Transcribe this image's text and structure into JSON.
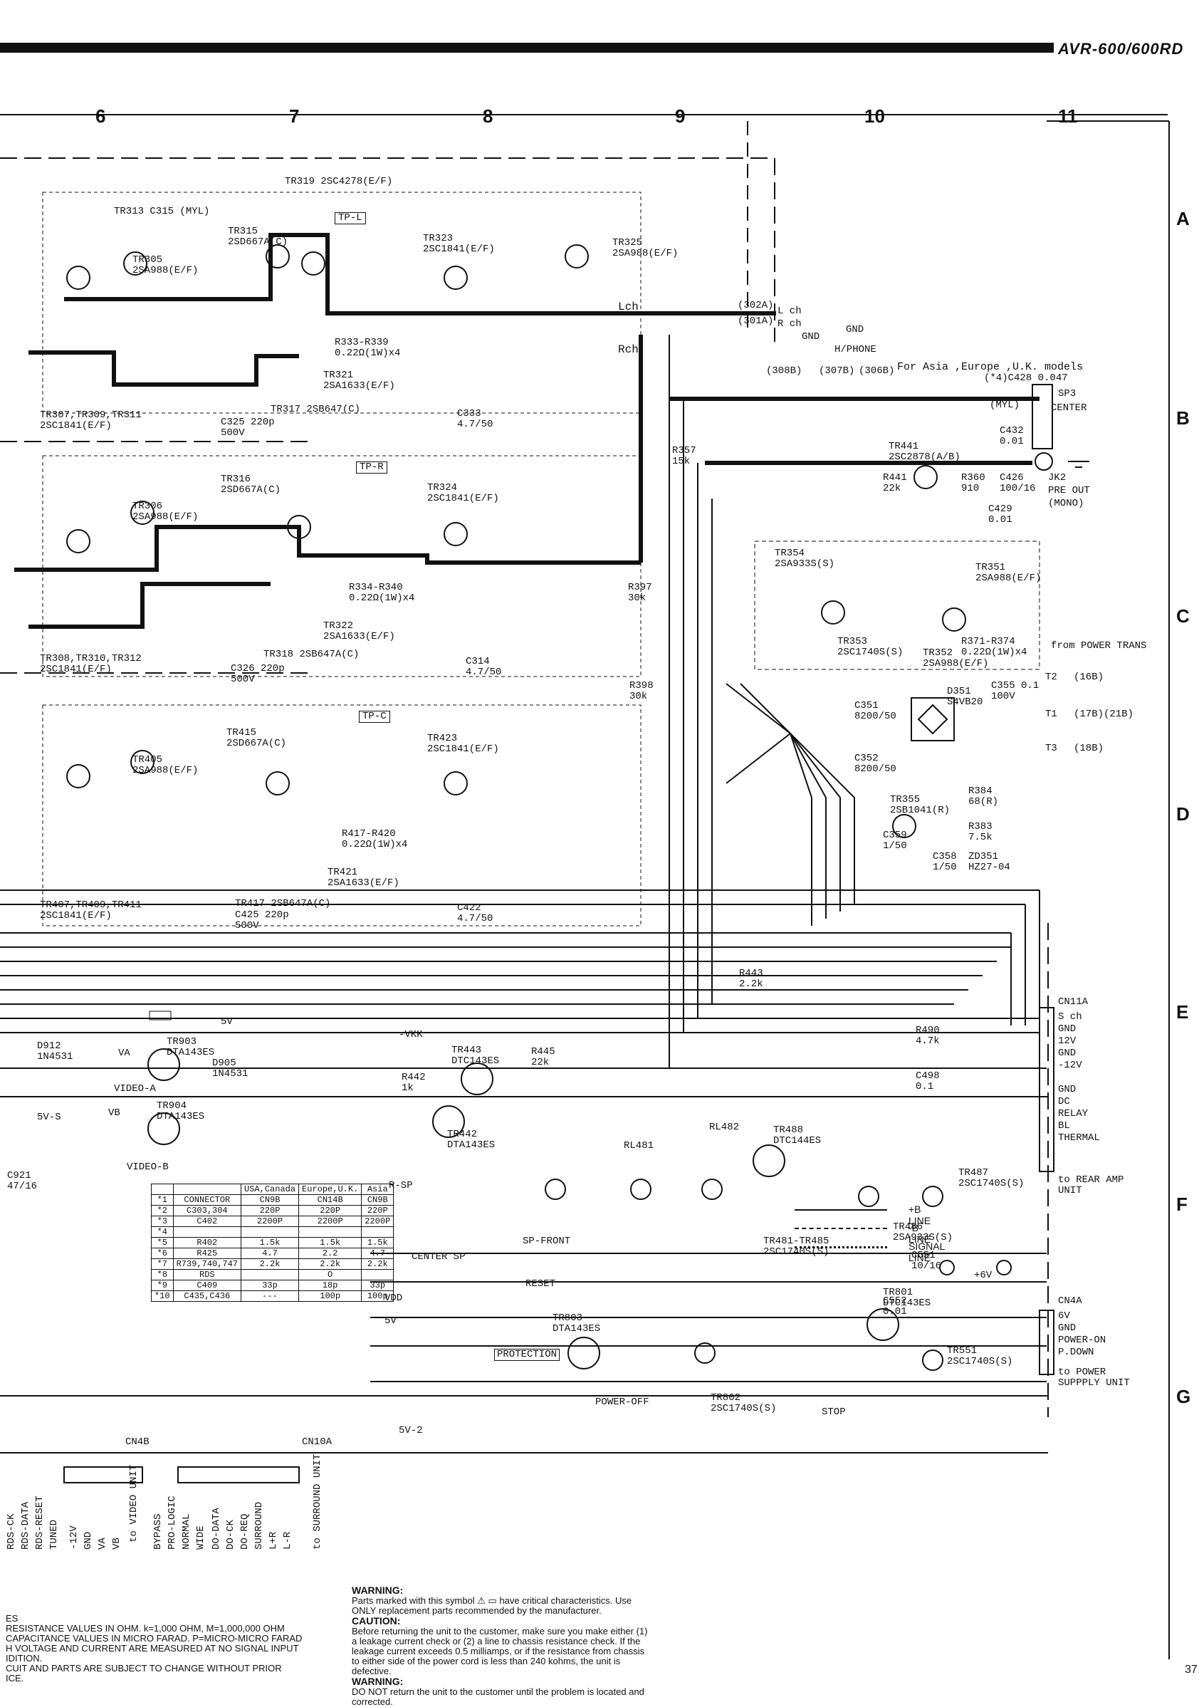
{
  "header": {
    "model": "AVR-600/600RD"
  },
  "columns": [
    "6",
    "7",
    "8",
    "9",
    "10",
    "11"
  ],
  "rows": [
    "A",
    "B",
    "C",
    "D",
    "E",
    "F",
    "G"
  ],
  "tr_labels": [
    "TR319 2SC4278(E/F)",
    "TR315 2SD667A(C)",
    "TR313 C315 (MYL)",
    "TR305 2SA988(E/F)",
    "TR323 2SC1841(E/F)",
    "TR325 2SA988(E/F)",
    "TR321 2SA1633(E/F)",
    "TR317 2SB647(C)",
    "TR307,TR309,TR311 2SC1841(E/F)",
    "TR316 2SD667A(C)",
    "TR306 2SA988(E/F)",
    "TR324 2SC1841(E/F)",
    "TR322 2SA1633(E/F)",
    "TR318 2SB647A(C)",
    "TR308,TR310,TR312 2SC1841(E/F)",
    "TR415 2SD667A(C)",
    "TR405 2SA988(E/F)",
    "TR423 2SC1841(E/F)",
    "TR421 2SA1633(E/F)",
    "TR417 2SB647A(C)",
    "TR407,TR409,TR411 2SC1841(E/F)",
    "TR441 2SC2878(A/B)",
    "TR354 2SA933S(S)",
    "TR351 2SA988(E/F)",
    "TR353 2SC1740S(S)",
    "TR352 2SA988(E/F)",
    "TR355 2SB1041(R)",
    "TR903 DTA143ES",
    "TR904 DTA143ES",
    "TR443 DTC143ES",
    "TR442 DTA143ES",
    "TR488 DTC144ES",
    "TR481-TR485 2SC1740S(S)",
    "TR486 2SA933S(S)",
    "TR487 2SC1740S(S)",
    "TR801 DTC143ES",
    "TR802 2SC1740S(S)",
    "TR803 DTA143ES",
    "TR551 2SC1740S(S)"
  ],
  "labels": {
    "tp_l": "TP-L",
    "tp_r": "TP-R",
    "tp_c": "TP-C",
    "lch": "Lch",
    "rch": "Rch",
    "l_ch": "L ch",
    "r_ch": "R ch",
    "gnd1": "GND",
    "gnd2": "GND",
    "h_phone": "H/PHONE",
    "j302a": "(302A)",
    "j301a": "(301A)",
    "j308b": "(308B)",
    "j307b": "(307B)",
    "j306b": "(306B)",
    "models": "For Asia ,Europe ,U.K. models",
    "c428": "(*4)C428 0.047",
    "sp3": "SP3",
    "center": "CENTER",
    "jk2": "JK2",
    "pre_out": "PRE OUT",
    "mono": "(MONO)",
    "from_power_trans": "from POWER TRANS",
    "t2": "T2",
    "t1": "T1",
    "t3": "T3",
    "t2ref": "(16B)",
    "t1ref": "(17B)(21B)",
    "t3ref": "(18B)",
    "d351": "D351 S4VB20",
    "c351": "C351 8200/50",
    "c352": "C352 8200/50",
    "c355": "C355 0.1 100V",
    "r384": "R384 68(R)",
    "r383": "R383 7.5k",
    "zd351": "ZD351 HZ27-04",
    "c358": "C358 1/50",
    "c359": "C359 1/50",
    "cn11a": "CN11A",
    "cn11a_pins": [
      "S ch",
      "GND",
      "12V",
      "GND",
      "-12V",
      "",
      "GND",
      "DC",
      "RELAY",
      "BL",
      "THERMAL"
    ],
    "to_rear_amp": "to REAR AMP UNIT",
    "cn4a": "CN4A",
    "cn4a_pins": [
      "6V",
      "GND",
      "POWER-ON",
      "P.DOWN"
    ],
    "to_power_supply": "to POWER SUPPPLY UNIT",
    "vkk": "-VKK",
    "v5": "5V",
    "va": "VA",
    "vb": "VB",
    "video_a": "VIDEO-A",
    "video_b": "VIDEO-B",
    "d905": "D905 1N4531",
    "d912": "D912 1N4531",
    "five_v_s": "5V-S",
    "five_v_2": "5V-2",
    "c921": "C921 47/16",
    "r_sp": "R-SP",
    "sp_front": "SP-FRONT",
    "center_sp": "CENTER SP",
    "reset": "RESET",
    "vdd": "VDD",
    "v5b": "5V",
    "protection": "PROTECTION",
    "power_off": "POWER-OFF",
    "stop": "STOP",
    "plus6v": "+6V",
    "c551": "C551 10/16",
    "c552": "C552 0.01",
    "r442": "R442 1k",
    "r445": "R445 22k",
    "r443": "R443 2.2k",
    "r490": "R490 4.7k",
    "c498": "C498 0.1",
    "cn4b": "CN4B",
    "cn10a": "CN10A",
    "bottom_pins": [
      "RDS-CK",
      "RDS-DATA",
      "RDS-RESET",
      "TUNED",
      "-12V",
      "GND",
      "VA",
      "VB",
      "BYPASS",
      "PRO-LOGIC",
      "NORMAL",
      "WIDE",
      "DO-DATA",
      "DO-CK",
      "DO-REQ",
      "SURROUND",
      "L+R",
      "L-R"
    ],
    "to_video": "to VIDEO UNIT",
    "to_surround": "to SURROUND UNIT",
    "r_block_1": "R334-R340 0.22Ω(1W)x4",
    "r_block_2": "R333-R339 0.22Ω(1W)x4",
    "r_block_3": "R417-R420 0.22Ω(1W)x4",
    "r_block_4": "R371-R374 0.22Ω(1W)x4",
    "c325": "C325 220p 500V",
    "c326": "C326 220p 500V",
    "c425": "C425 220p 500V",
    "c333": "C333 4.7/50",
    "c314": "C314 4.7/50",
    "c422": "C422 4.7/50",
    "r357": "R357 15k",
    "r441": "R441 22k",
    "r360": "R360 910",
    "c426": "C426 100/16",
    "c429": "C429 0.01",
    "c432": "C432 0.01",
    "c427": "(MYL)",
    "r397": "R397 30k",
    "r398": "R398 30k",
    "rl481": "RL481",
    "rl482": "RL482"
  },
  "table": {
    "head": [
      "",
      "",
      "USA,Canada",
      "Europe,U.K.",
      "Asia"
    ],
    "rows": [
      [
        "*1",
        "CONNECTOR",
        "CN9B",
        "CN14B",
        "CN9B"
      ],
      [
        "*2",
        "C303,304",
        "220P",
        "220P",
        "220P"
      ],
      [
        "*3",
        "C402",
        "2200P",
        "2200P",
        "2200P"
      ],
      [
        "*4",
        "",
        "",
        "",
        ""
      ],
      [
        "*5",
        "R402",
        "1.5k",
        "1.5k",
        "1.5k"
      ],
      [
        "*6",
        "R425",
        "4.7",
        "2.2",
        "4.7"
      ],
      [
        "*7",
        "R739,740,747",
        "2.2k",
        "2.2k",
        "2.2k"
      ],
      [
        "*8",
        "RDS",
        "",
        "O",
        ""
      ],
      [
        "*9",
        "C409",
        "33p",
        "18p",
        "33p"
      ],
      [
        "*10",
        "C435,C436",
        "---",
        "100p",
        "100p"
      ]
    ]
  },
  "legend": {
    "plus_b": "+B LINE",
    "minus_b": "-B LINE",
    "signal": "SIGNAL LINE"
  },
  "notes": {
    "warning1_title": "WARNING:",
    "warning1_body": "Parts marked with this symbol ⚠ ▭ have critical characteristics. Use ONLY replacement parts recommended by the manufacturer.",
    "caution_title": "CAUTION:",
    "caution_body": "Before returning the unit to the customer, make sure you make either (1) a leakage current check or (2) a line to chassis resistance check. If the leakage current exceeds 0.5 milliamps, or if the resistance from chassis to either side of the power cord is less than 240 kohms, the unit is defective.",
    "warning2_title": "WARNING:",
    "warning2_body": "DO NOT return the unit to the customer until the problem is located and corrected.",
    "left_title": "ES",
    "left_1": "RESISTANCE VALUES IN OHM. k=1,000 OHM, M=1,000,000 OHM",
    "left_2": "CAPACITANCE VALUES IN MICRO FARAD. P=MICRO-MICRO FARAD",
    "left_3": "H VOLTAGE AND CURRENT ARE MEASURED AT NO SIGNAL INPUT",
    "left_4": "IDITION.",
    "left_5": "CUIT AND PARTS ARE SUBJECT TO CHANGE WITHOUT PRIOR",
    "left_6": "ICE."
  },
  "page_number": "37"
}
